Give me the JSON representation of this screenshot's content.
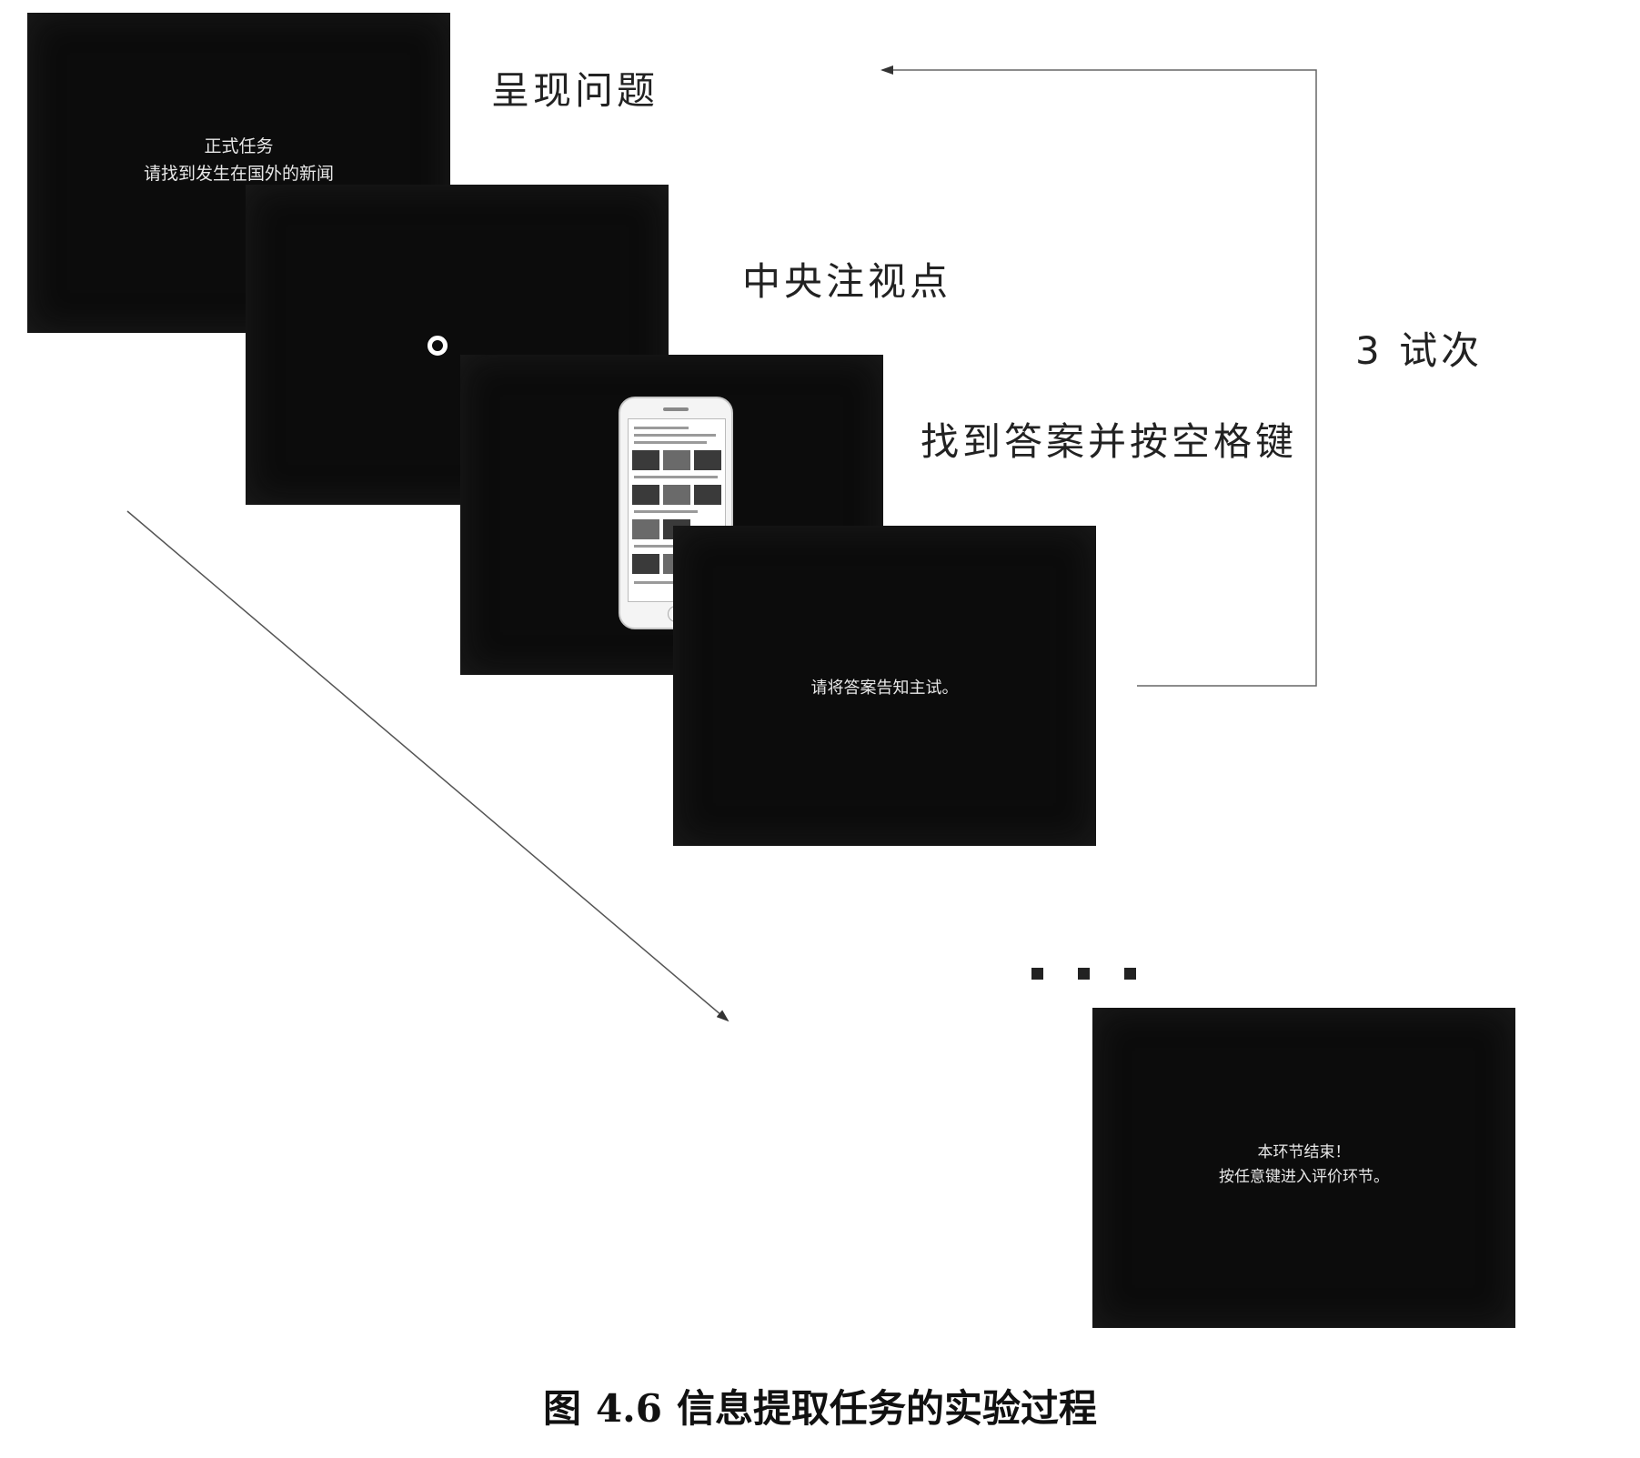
{
  "screens": {
    "question": {
      "text": "正式任务\n请找到发生在国外的新闻"
    },
    "report": {
      "text": "请将答案告知主试。"
    },
    "end": {
      "text": "本环节结束！\n按任意键进入评价环节。"
    }
  },
  "labels": {
    "question": "呈现问题",
    "fixation": "中央注视点",
    "search": "找到答案并按空格键",
    "trials": "3 试次"
  },
  "caption": {
    "prefix": "图",
    "number": "4.6",
    "title": "信息提取任务的实验过程"
  }
}
